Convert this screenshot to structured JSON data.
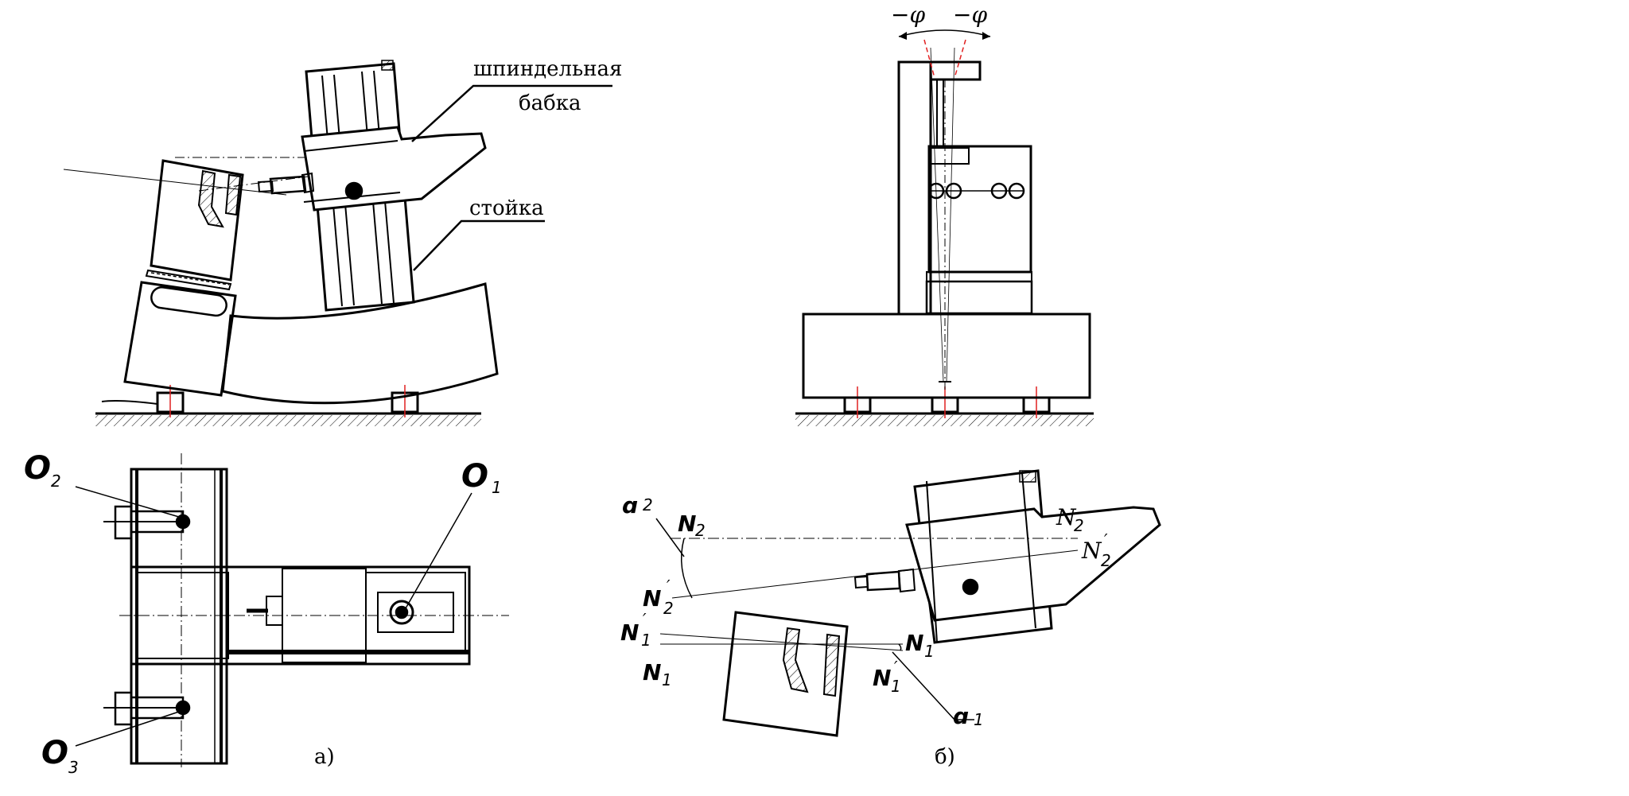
{
  "labels": {
    "spindle_line1": "шпиндельная",
    "spindle_line2": "бабка",
    "stand": "стойка",
    "phi_left": "−φ",
    "phi_right": "−φ",
    "caption_a": "а)",
    "caption_b": "б)"
  },
  "points": {
    "o1": {
      "main": "O",
      "sub": "1"
    },
    "o2": {
      "main": "O",
      "sub": "2"
    },
    "o3": {
      "main": "O",
      "sub": "3"
    }
  },
  "diagram_b": {
    "alpha2": {
      "main": "ɑ",
      "sub": "2"
    },
    "alpha1": {
      "main": "ɑ",
      "sub": "1"
    },
    "n2_left": {
      "main": "N",
      "sub": "2"
    },
    "n2p_left": {
      "main": "N",
      "sub": "2",
      "prime": "′"
    },
    "n1p_left": {
      "main": "N",
      "sub": "1",
      "prime": "′"
    },
    "n1_left": {
      "main": "N",
      "sub": "1"
    },
    "n1_right": {
      "main": "N",
      "sub": "1"
    },
    "n1p_right": {
      "main": "N",
      "sub": "1",
      "prime": "′"
    },
    "n2_right": {
      "main": "N",
      "sub": "2"
    },
    "n2p_right": {
      "main": "N",
      "sub": "2",
      "prime": "′"
    }
  },
  "colors": {
    "line": "#000000",
    "axis_red": "#e02020",
    "background": "#ffffff"
  }
}
